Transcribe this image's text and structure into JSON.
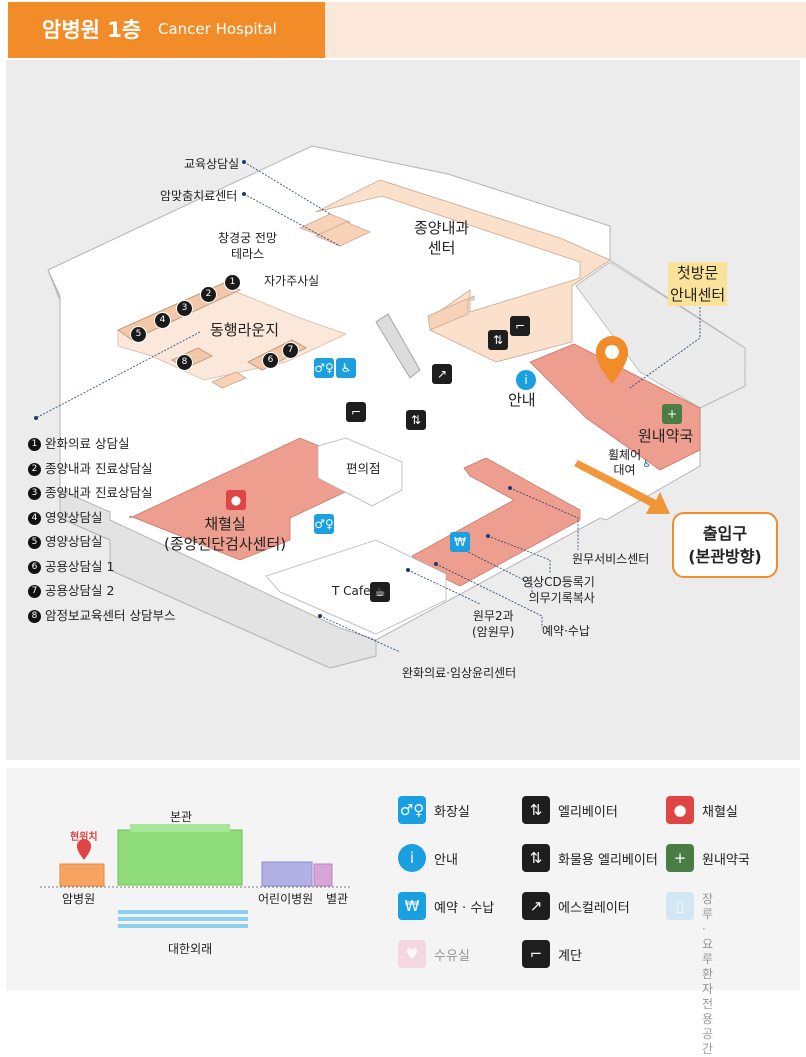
{
  "header": {
    "title": "암병원 1층",
    "subtitle": "Cancer Hospital"
  },
  "callouts": {
    "edu": "교육상담실",
    "custom": "암맞춤치료센터",
    "terrace": "창경궁 전망\n테라스",
    "injection": "자가주사실",
    "oncology": "종양내과\n센터",
    "lounge": "동행라운지",
    "convenience": "편의점",
    "blood": "채혈실\n(종양진단검사센터)",
    "info": "안내",
    "pharmacy": "원내약국",
    "wheelchair": "휠체어\n대여",
    "tcafe": "T Cafe",
    "services": "원무서비스센터",
    "cd": "영상CD등록기\n의무기록복사",
    "reservation": "예약·수납",
    "admin2": "원무2과\n(암원무)",
    "ethics": "완화의료·임상윤리센터"
  },
  "first_visit": "첫방문\n안내센터",
  "exit": {
    "line1": "출입구",
    "line2": "(본관방향)"
  },
  "numbered_rooms": [
    {
      "num": "1",
      "label": "완화의료 상담실"
    },
    {
      "num": "2",
      "label": "종양내과 진료상담실"
    },
    {
      "num": "3",
      "label": "종양내과 진료상담실"
    },
    {
      "num": "4",
      "label": "영양상담실"
    },
    {
      "num": "5",
      "label": "영양상담실"
    },
    {
      "num": "6",
      "label": "공용상담실 1"
    },
    {
      "num": "7",
      "label": "공용상담실 2"
    },
    {
      "num": "8",
      "label": "암정보교육센터 상담부스"
    }
  ],
  "minimap": {
    "current": "현위치",
    "main": "본관",
    "cancer": "암병원",
    "children": "어린이병원",
    "annex": "별관",
    "daehan": "대한외래"
  },
  "legend": [
    {
      "icon": "restroom-icon",
      "label": "화장실",
      "color": "#1a9fe0"
    },
    {
      "icon": "elevator-icon",
      "label": "엘리베이터",
      "color": "#1e1e1e"
    },
    {
      "icon": "blood-drop-icon",
      "label": "채혈실",
      "color": "#e04545"
    },
    {
      "icon": "info-icon",
      "label": "안내",
      "color": "#1a9fe0"
    },
    {
      "icon": "freight-elevator-icon",
      "label": "화물용 엘리베이터",
      "color": "#1e1e1e"
    },
    {
      "icon": "pharmacy-cross-icon",
      "label": "원내약국",
      "color": "#4a7d43"
    },
    {
      "icon": "won-icon",
      "label": "예약 · 수납",
      "color": "#1a9fe0"
    },
    {
      "icon": "escalator-icon",
      "label": "에스컬레이터",
      "color": "#1e1e1e"
    },
    {
      "icon": "disabled-restroom-icon",
      "label": "장루 · 요루 환자\n전용 공간",
      "color": "#a9d9f2"
    },
    {
      "icon": "nursing-room-icon",
      "label": "수유실",
      "color": "#f6b5c8"
    },
    {
      "icon": "stairs-icon",
      "label": "계단",
      "color": "#1e1e1e"
    }
  ],
  "colors": {
    "accent": "#f28c28",
    "salmon": "#ee9e8e",
    "peach": "#fbe0cc"
  }
}
